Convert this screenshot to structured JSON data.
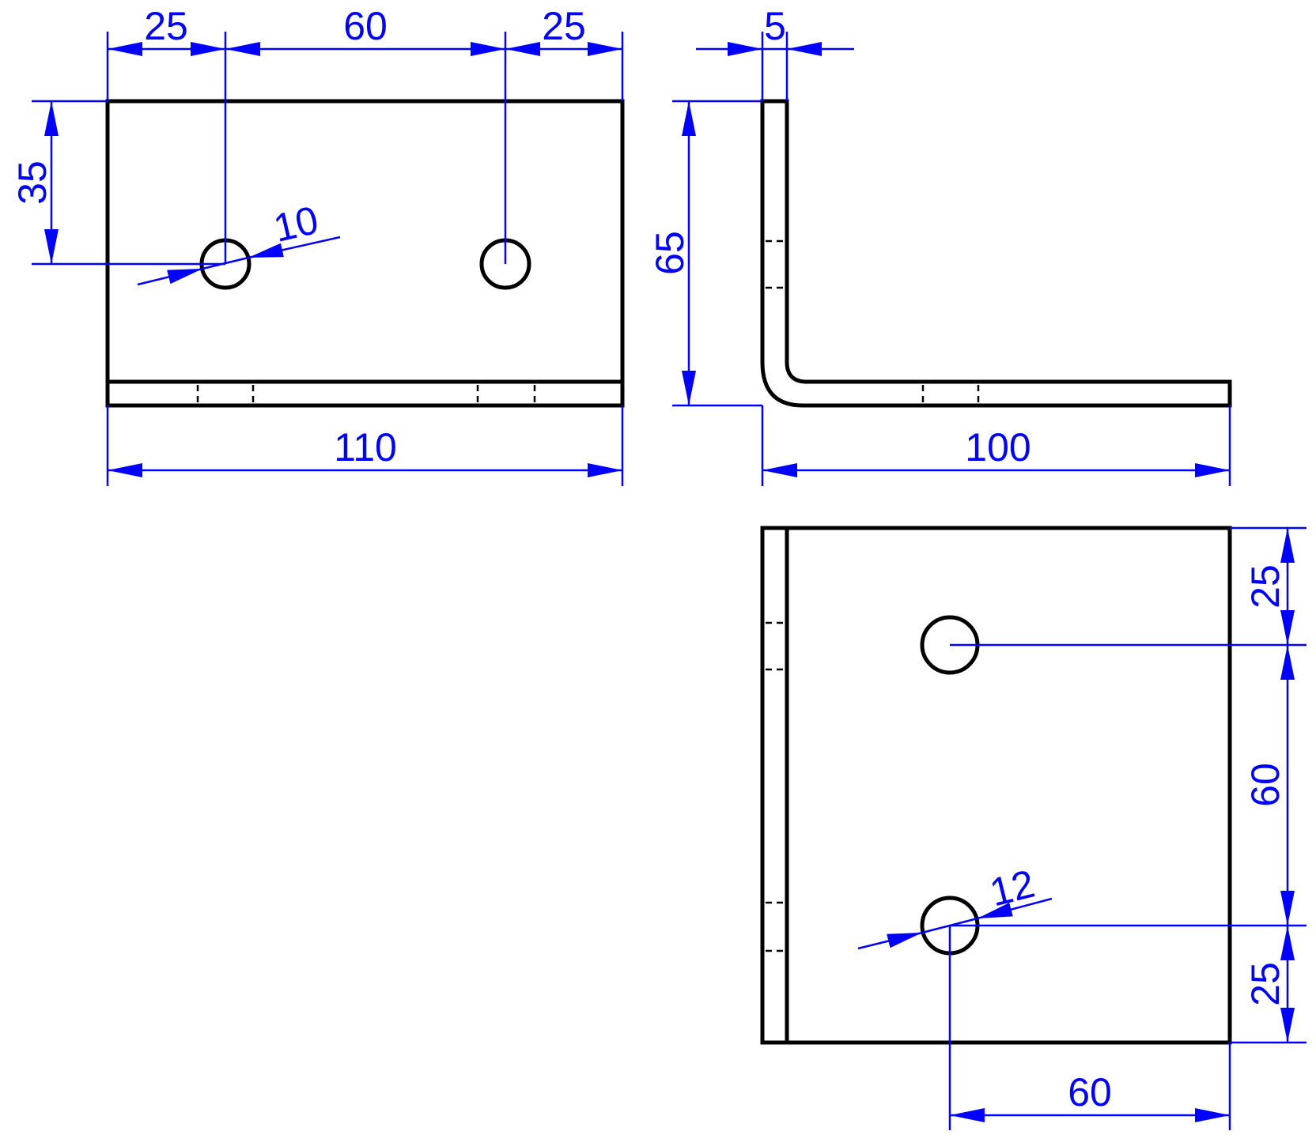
{
  "colors": {
    "object": "#000000",
    "dimension": "#0000ff",
    "background": "#ffffff"
  },
  "front_view": {
    "dims": {
      "left_offset": "25",
      "hole_spacing": "60",
      "right_offset": "25",
      "hole_height": "35",
      "hole_diameter": "10",
      "overall_width": "110"
    }
  },
  "side_view": {
    "dims": {
      "thickness": "5",
      "height": "65",
      "length": "100"
    }
  },
  "top_view": {
    "dims": {
      "top_offset": "25",
      "hole_spacing": "60",
      "bottom_offset": "25",
      "hole_diameter": "12",
      "hole_from_edge": "60"
    }
  }
}
